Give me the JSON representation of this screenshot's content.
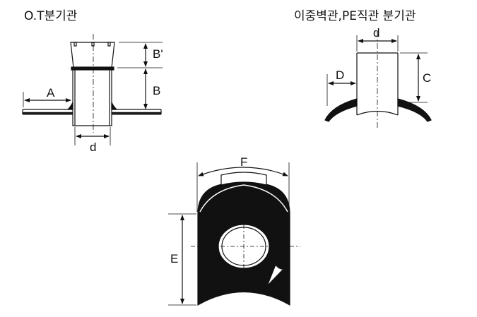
{
  "titles": {
    "left": "O.T분기관",
    "right": "이중벽관,PE직관 분기관"
  },
  "labels": {
    "A": "A",
    "B": "B",
    "B_prime": "B'",
    "d_left": "d",
    "d_right": "d",
    "C": "C",
    "D": "D",
    "E": "E",
    "F": "F"
  }
}
